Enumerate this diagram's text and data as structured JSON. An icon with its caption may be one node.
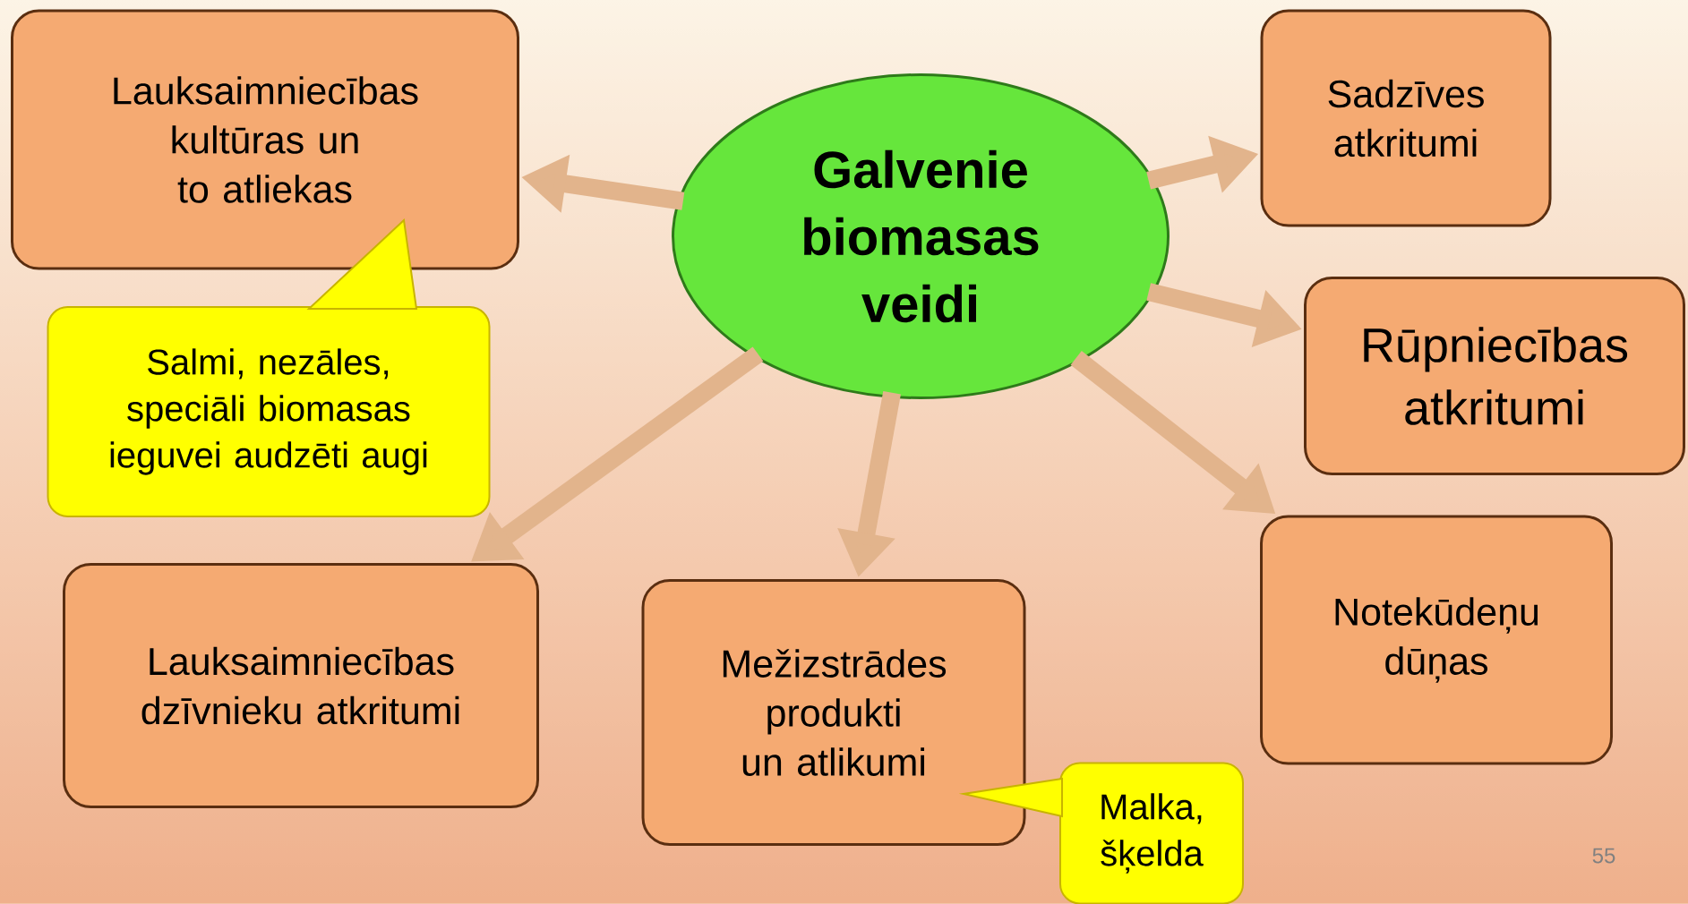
{
  "diagram": {
    "nodes": [
      {
        "text": [
          "Galvenie biomasas veidi"
        ]
      },
      {
        "text": [
          "Lauksaimniecības kultūras un to atliekas"
        ]
      },
      {
        "text": [
          "Salmi, nezāles, speciāli biomasas ieguvei audzēti augi"
        ]
      },
      {
        "text": [
          "Lauksaimniecības dzīvnieku atkritumi"
        ]
      },
      {
        "text": [
          "Mežizstrādes produkti un atlikumi"
        ]
      },
      {
        "text": [
          "Malka, šķelda"
        ]
      },
      {
        "text": [
          "Sadzīves atkritumi"
        ]
      },
      {
        "text": [
          "Rūpniecības atkritumi"
        ]
      },
      {
        "text": [
          "Notekūdeņu dūņas"
        ]
      }
    ],
    "edges": [
      {
        "from": 0,
        "to": 1,
        "arrow": "to"
      },
      {
        "from": 0,
        "to": 6,
        "arrow": "to"
      },
      {
        "from": 0,
        "to": 7,
        "arrow": "to"
      },
      {
        "from": 0,
        "to": 8,
        "arrow": "to"
      },
      {
        "from": 0,
        "to": 4,
        "arrow": "to"
      },
      {
        "from": 0,
        "to": 3,
        "arrow": "to"
      },
      {
        "from": 2,
        "to": 1,
        "arrow": "to"
      },
      {
        "from": 5,
        "to": 4,
        "arrow": "to"
      }
    ],
    "labels": [
      "55"
    ]
  }
}
